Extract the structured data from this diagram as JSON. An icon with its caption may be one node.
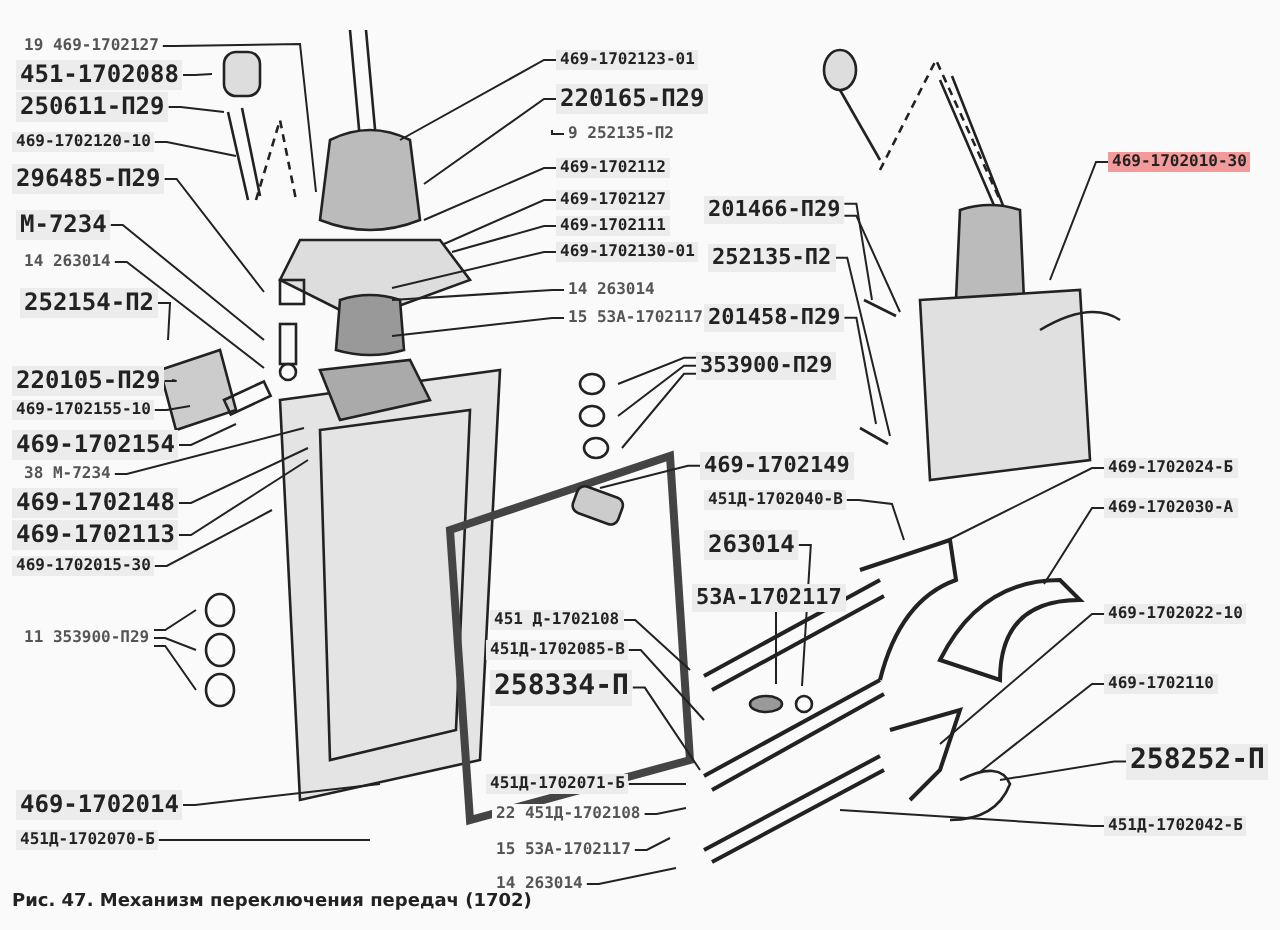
{
  "diagram": {
    "caption": "Рис. 47. Механизм переключения передач (1702)",
    "nodes": [
      {
        "text": [
          "19 469-1702127"
        ]
      },
      {
        "text": [
          "451-1702088"
        ]
      },
      {
        "text": [
          "250611-П29"
        ]
      },
      {
        "text": [
          "469-1702120-10"
        ]
      },
      {
        "text": [
          "296485-П29"
        ]
      },
      {
        "text": [
          "М-7234"
        ]
      },
      {
        "text": [
          "14 263014"
        ]
      },
      {
        "text": [
          "252154-П2"
        ]
      },
      {
        "text": [
          "220105-П29"
        ]
      },
      {
        "text": [
          "469-1702155-10"
        ]
      },
      {
        "text": [
          "469-1702154"
        ]
      },
      {
        "text": [
          "38 М-7234"
        ]
      },
      {
        "text": [
          "469-1702148"
        ]
      },
      {
        "text": [
          "469-1702113"
        ]
      },
      {
        "text": [
          "469-1702015-30"
        ]
      },
      {
        "text": [
          "11 353900-П29"
        ]
      },
      {
        "text": [
          "469-1702014"
        ]
      },
      {
        "text": [
          "451Д-1702070-Б"
        ]
      },
      {
        "text": [
          "469-1702123-01"
        ]
      },
      {
        "text": [
          "220165-П29"
        ]
      },
      {
        "text": [
          "9 252135-П2"
        ]
      },
      {
        "text": [
          "469-1702112"
        ]
      },
      {
        "text": [
          "469-1702127"
        ]
      },
      {
        "text": [
          "469-1702111"
        ]
      },
      {
        "text": [
          "469-1702130-01"
        ]
      },
      {
        "text": [
          "14 263014"
        ]
      },
      {
        "text": [
          "15 53А-1702117"
        ]
      },
      {
        "text": [
          "469-1702010-30"
        ]
      },
      {
        "text": [
          "201466-П29"
        ]
      },
      {
        "text": [
          "252135-П2"
        ]
      },
      {
        "text": [
          "201458-П29"
        ]
      },
      {
        "text": [
          "353900-П29"
        ]
      },
      {
        "text": [
          "469-1702149"
        ]
      },
      {
        "text": [
          "451Д-1702040-В"
        ]
      },
      {
        "text": [
          "263014"
        ]
      },
      {
        "text": [
          "53А-1702117"
        ]
      },
      {
        "text": [
          "469-1702024-Б"
        ]
      },
      {
        "text": [
          "469-1702030-А"
        ]
      },
      {
        "text": [
          "469-1702022-10"
        ]
      },
      {
        "text": [
          "469-1702110"
        ]
      },
      {
        "text": [
          "258252-П"
        ]
      },
      {
        "text": [
          "451Д-1702042-Б"
        ]
      },
      {
        "text": [
          "451 Д-1702108"
        ]
      },
      {
        "text": [
          "451Д-1702085-В"
        ]
      },
      {
        "text": [
          "258334-П"
        ]
      },
      {
        "text": [
          "451Д-1702071-Б"
        ]
      },
      {
        "text": [
          "22 451Д-1702108"
        ]
      },
      {
        "text": [
          "15 53А-1702117"
        ]
      },
      {
        "text": [
          "14 263014"
        ]
      }
    ],
    "edges": [
      {
        "from": 0,
        "to": null,
        "arrow": "none"
      },
      {
        "from": 1,
        "to": null,
        "arrow": "none"
      },
      {
        "from": 2,
        "to": null,
        "arrow": "none"
      },
      {
        "from": 3,
        "to": null,
        "arrow": "none"
      },
      {
        "from": 4,
        "to": null,
        "arrow": "none"
      },
      {
        "from": 5,
        "to": null,
        "arrow": "none"
      },
      {
        "from": 6,
        "to": null,
        "arrow": "none"
      },
      {
        "from": 7,
        "to": null,
        "arrow": "none"
      },
      {
        "from": 8,
        "to": null,
        "arrow": "none"
      },
      {
        "from": 9,
        "to": null,
        "arrow": "none"
      },
      {
        "from": 10,
        "to": null,
        "arrow": "none"
      },
      {
        "from": 11,
        "to": null,
        "arrow": "none"
      },
      {
        "from": 12,
        "to": null,
        "arrow": "none"
      },
      {
        "from": 13,
        "to": null,
        "arrow": "none"
      },
      {
        "from": 14,
        "to": null,
        "arrow": "none"
      },
      {
        "from": 15,
        "to": null,
        "arrow": "none"
      },
      {
        "from": 15,
        "to": null,
        "arrow": "none"
      },
      {
        "from": 15,
        "to": null,
        "arrow": "none"
      },
      {
        "from": 16,
        "to": null,
        "arrow": "none"
      },
      {
        "from": 17,
        "to": null,
        "arrow": "none"
      },
      {
        "from": 18,
        "to": null,
        "arrow": "none"
      },
      {
        "from": 19,
        "to": null,
        "arrow": "none"
      },
      {
        "from": 20,
        "to": null,
        "arrow": "none"
      },
      {
        "from": 21,
        "to": null,
        "arrow": "none"
      },
      {
        "from": 22,
        "to": null,
        "arrow": "none"
      },
      {
        "from": 23,
        "to": null,
        "arrow": "none"
      },
      {
        "from": 24,
        "to": null,
        "arrow": "none"
      },
      {
        "from": 25,
        "to": null,
        "arrow": "none"
      },
      {
        "from": 26,
        "to": null,
        "arrow": "none"
      },
      {
        "from": 27,
        "to": null,
        "arrow": "none"
      },
      {
        "from": 28,
        "to": null,
        "arrow": "none"
      },
      {
        "from": 28,
        "to": null,
        "arrow": "none"
      },
      {
        "from": 29,
        "to": null,
        "arrow": "none"
      },
      {
        "from": 30,
        "to": null,
        "arrow": "none"
      },
      {
        "from": 31,
        "to": null,
        "arrow": "none"
      },
      {
        "from": 31,
        "to": null,
        "arrow": "none"
      },
      {
        "from": 31,
        "to": null,
        "arrow": "none"
      },
      {
        "from": 32,
        "to": null,
        "arrow": "none"
      },
      {
        "from": 33,
        "to": null,
        "arrow": "none"
      },
      {
        "from": 34,
        "to": null,
        "arrow": "none"
      },
      {
        "from": 35,
        "to": null,
        "arrow": "none"
      },
      {
        "from": 36,
        "to": null,
        "arrow": "none"
      },
      {
        "from": 37,
        "to": null,
        "arrow": "none"
      },
      {
        "from": 38,
        "to": null,
        "arrow": "none"
      },
      {
        "from": 39,
        "to": null,
        "arrow": "none"
      },
      {
        "from": 40,
        "to": null,
        "arrow": "none"
      },
      {
        "from": 41,
        "to": null,
        "arrow": "none"
      },
      {
        "from": 42,
        "to": null,
        "arrow": "none"
      },
      {
        "from": 43,
        "to": null,
        "arrow": "none"
      },
      {
        "from": 44,
        "to": null,
        "arrow": "none"
      },
      {
        "from": 45,
        "to": null,
        "arrow": "none"
      },
      {
        "from": 46,
        "to": null,
        "arrow": "none"
      },
      {
        "from": 47,
        "to": null,
        "arrow": "none"
      },
      {
        "from": 48,
        "to": null,
        "arrow": "none"
      }
    ]
  }
}
